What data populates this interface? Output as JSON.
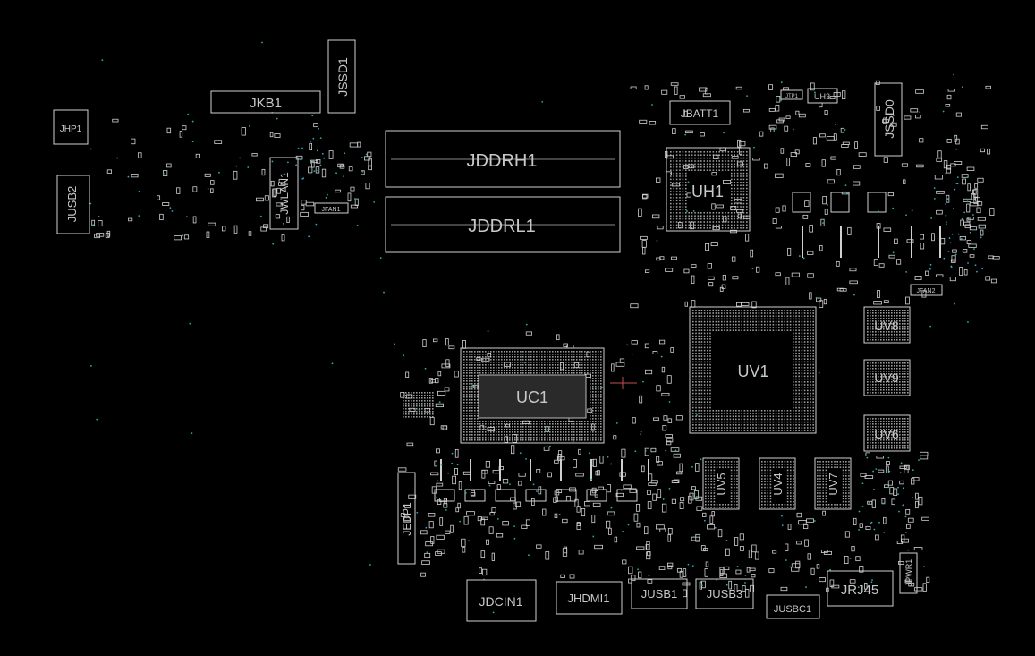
{
  "colors": {
    "background": "#000000",
    "outline": "#d0d0d0",
    "label": "#c8c8c8",
    "pad": "#9a9a9a",
    "via": "#2aa9b8",
    "marker": "#c0504d"
  },
  "components": [
    {
      "id": "jkb1",
      "label": "JKB1"
    },
    {
      "id": "jssd1",
      "label": "JSSD1"
    },
    {
      "id": "jhp1",
      "label": "JHP1"
    },
    {
      "id": "jusb2",
      "label": "JUSB2"
    },
    {
      "id": "jwlan1",
      "label": "JWLAN1"
    },
    {
      "id": "jfan1",
      "label": "JFAN1"
    },
    {
      "id": "jddrh1",
      "label": "JDDRH1"
    },
    {
      "id": "jddrl1",
      "label": "JDDRL1"
    },
    {
      "id": "jbatt1",
      "label": "JBATT1"
    },
    {
      "id": "jtp1",
      "label": "JTP1"
    },
    {
      "id": "uh3",
      "label": "UH3"
    },
    {
      "id": "jssd0",
      "label": "JSSD0"
    },
    {
      "id": "uh1",
      "label": "UH1"
    },
    {
      "id": "jfan2",
      "label": "JFAN2"
    },
    {
      "id": "uv8",
      "label": "UV8"
    },
    {
      "id": "uv1",
      "label": "UV1"
    },
    {
      "id": "uv9",
      "label": "UV9"
    },
    {
      "id": "uv6",
      "label": "UV6"
    },
    {
      "id": "uc1",
      "label": "UC1"
    },
    {
      "id": "uv5",
      "label": "UV5"
    },
    {
      "id": "uv4",
      "label": "UV4"
    },
    {
      "id": "uv7",
      "label": "UV7"
    },
    {
      "id": "jedp1",
      "label": "JEDP1"
    },
    {
      "id": "jdcin1",
      "label": "JDCIN1"
    },
    {
      "id": "jhdmi1",
      "label": "JHDMI1"
    },
    {
      "id": "jusb1",
      "label": "JUSB1"
    },
    {
      "id": "jusb3",
      "label": "JUSB3"
    },
    {
      "id": "jusbc1",
      "label": "JUSBC1"
    },
    {
      "id": "jrj45",
      "label": "JRJ45"
    },
    {
      "id": "jpwr1",
      "label": "JPWR1"
    }
  ]
}
